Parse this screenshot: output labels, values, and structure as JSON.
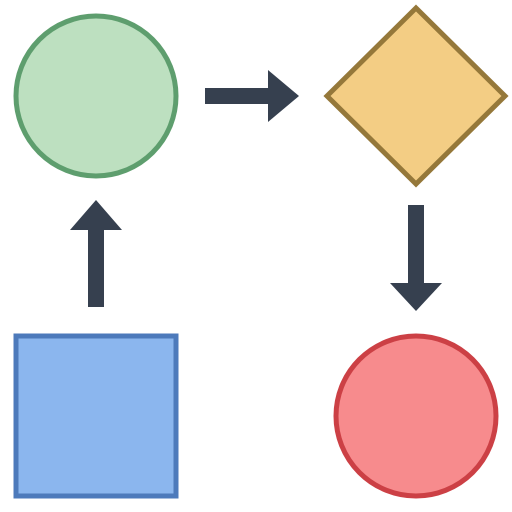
{
  "diagram": {
    "nodes": [
      {
        "id": "start",
        "shape": "circle",
        "fill": "#bde0c0",
        "stroke": "#5e9e6e"
      },
      {
        "id": "decision",
        "shape": "diamond",
        "fill": "#f3cd84",
        "stroke": "#95783a"
      },
      {
        "id": "end",
        "shape": "circle",
        "fill": "#f78b8d",
        "stroke": "#cc4045"
      },
      {
        "id": "process",
        "shape": "square",
        "fill": "#8bb6ee",
        "stroke": "#4d7abb"
      }
    ],
    "edges": [
      {
        "from": "start",
        "to": "decision",
        "direction": "right"
      },
      {
        "from": "decision",
        "to": "end",
        "direction": "down"
      },
      {
        "from": "process",
        "to": "start",
        "direction": "up"
      }
    ],
    "arrow_color": "#36404f"
  }
}
